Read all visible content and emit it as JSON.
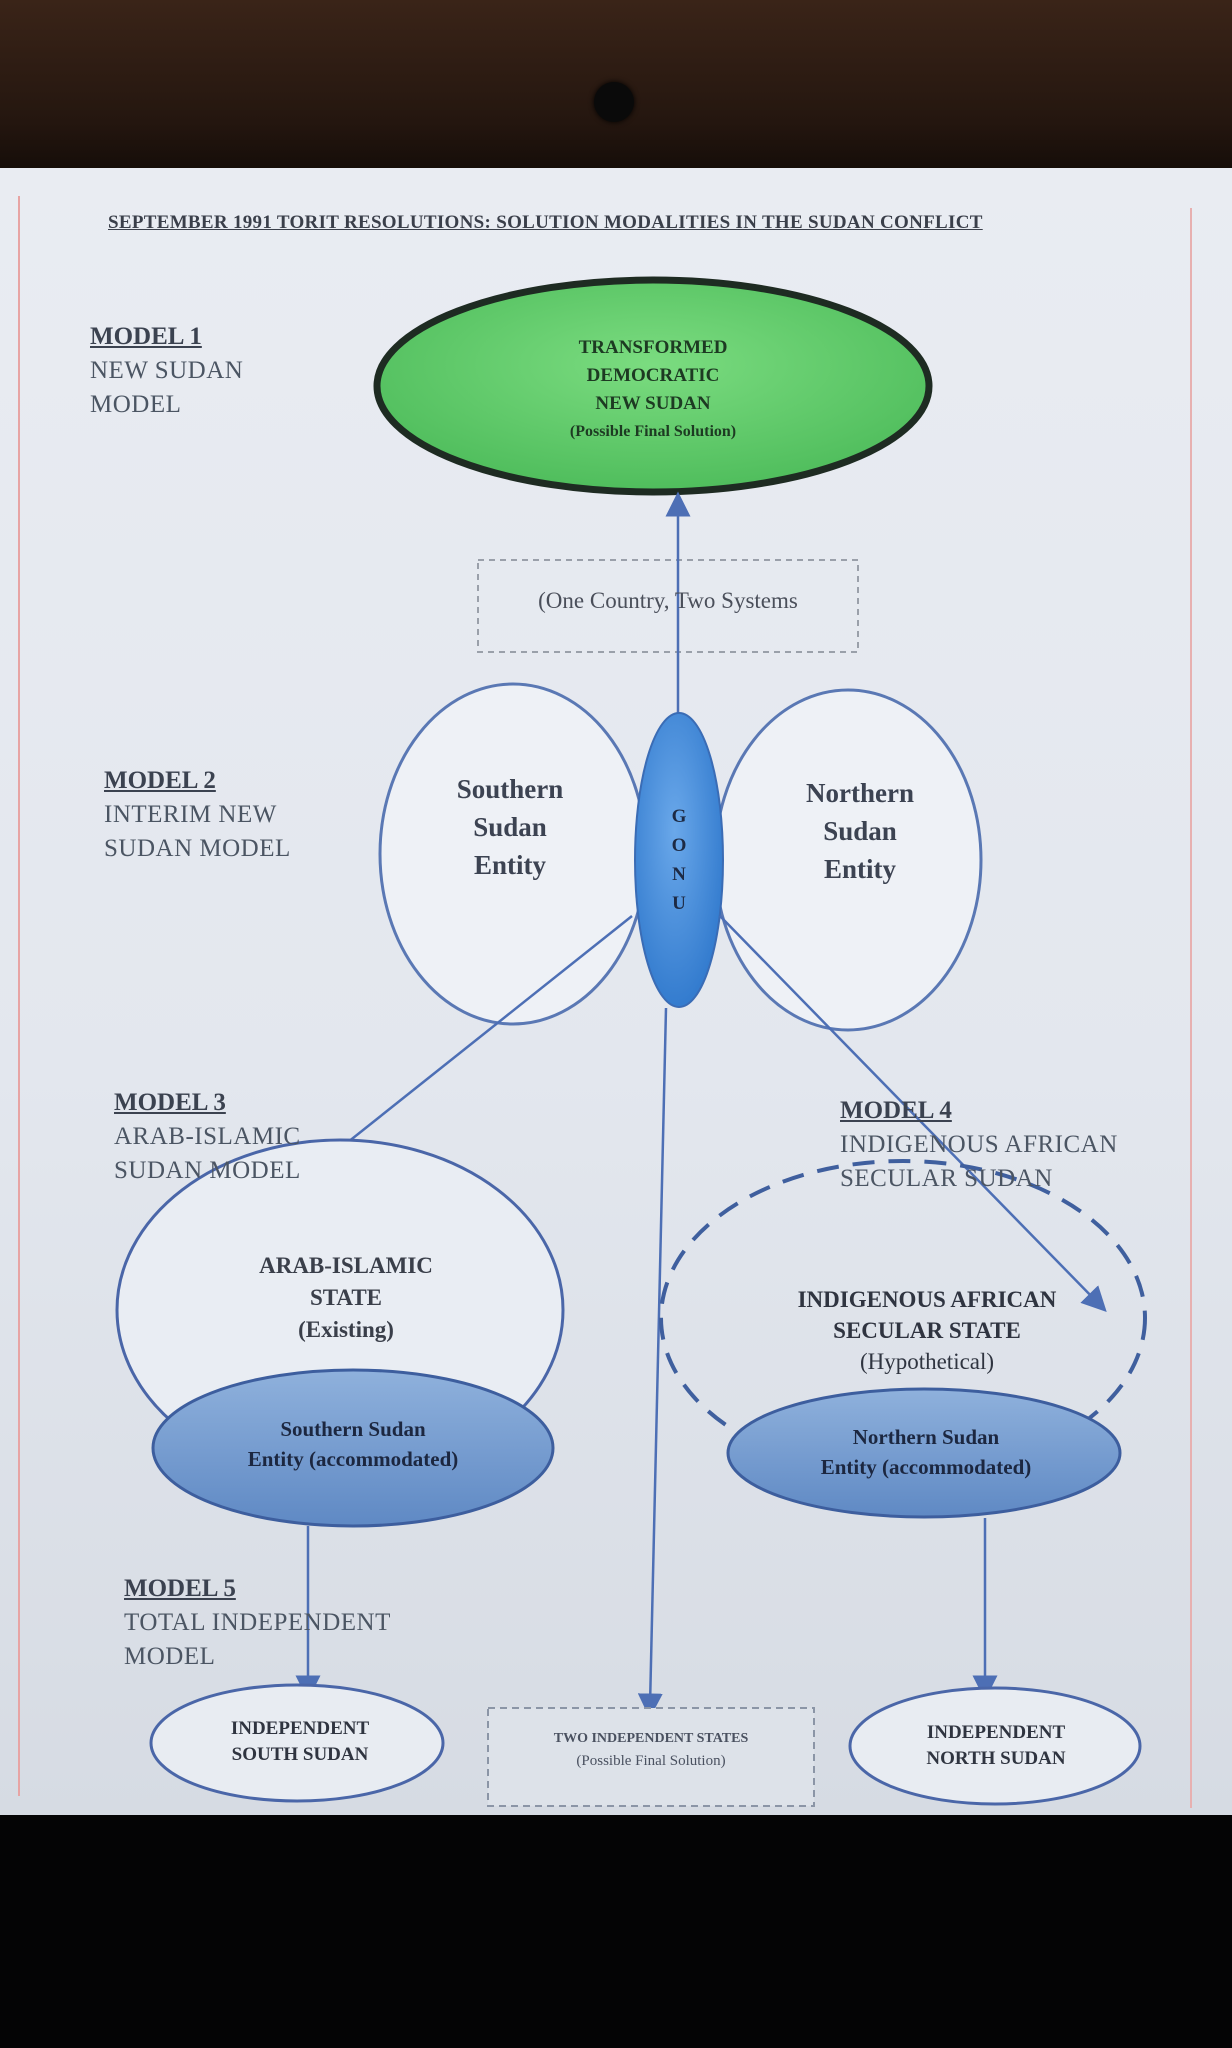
{
  "title": "SEPTEMBER 1991 TORIT RESOLUTIONS: SOLUTION MODALITIES IN THE SUDAN CONFLICT",
  "colors": {
    "green_node": "#5fcb6a",
    "blue_fill": "#4a8fd8",
    "light_blue_fill": "#6f9bd0",
    "outline": "#3f63a8",
    "arrow": "#4d6fb5"
  },
  "models": [
    {
      "heading": "MODEL 1",
      "lines": [
        "NEW SUDAN",
        "MODEL"
      ]
    },
    {
      "heading": "MODEL 2",
      "lines": [
        "INTERIM NEW",
        "SUDAN MODEL"
      ]
    },
    {
      "heading": "MODEL 3",
      "lines": [
        "ARAB-ISLAMIC",
        "SUDAN MODEL"
      ]
    },
    {
      "heading": "MODEL 4",
      "lines": [
        "INDIGENOUS AFRICAN",
        "SECULAR SUDAN"
      ]
    },
    {
      "heading": "MODEL 5",
      "lines": [
        "TOTAL INDEPENDENT",
        "MODEL"
      ]
    }
  ],
  "nodes": {
    "transformed": [
      "TRANSFORMED",
      "DEMOCRATIC",
      "NEW SUDAN",
      "(Possible Final Solution)"
    ],
    "one_country": "(One Country, Two Systems",
    "southern_entity": [
      "Southern",
      "Sudan",
      "Entity"
    ],
    "northern_entity": [
      "Northern",
      "Sudan",
      "Entity"
    ],
    "gonu": [
      "G",
      "O",
      "N",
      "U"
    ],
    "arab_state": [
      "ARAB-ISLAMIC",
      "STATE",
      "(Existing)"
    ],
    "southern_accommodated": [
      "Southern Sudan",
      "Entity (accommodated)"
    ],
    "african_state": [
      "INDIGENOUS AFRICAN",
      "SECULAR STATE",
      "(Hypothetical)"
    ],
    "northern_accommodated": [
      "Northern Sudan",
      "Entity (accommodated)"
    ],
    "indep_south": [
      "INDEPENDENT",
      "SOUTH SUDAN"
    ],
    "two_states": [
      "TWO INDEPENDENT STATES",
      "(Possible Final Solution)"
    ],
    "indep_north": [
      "INDEPENDENT",
      "NORTH SUDAN"
    ]
  }
}
